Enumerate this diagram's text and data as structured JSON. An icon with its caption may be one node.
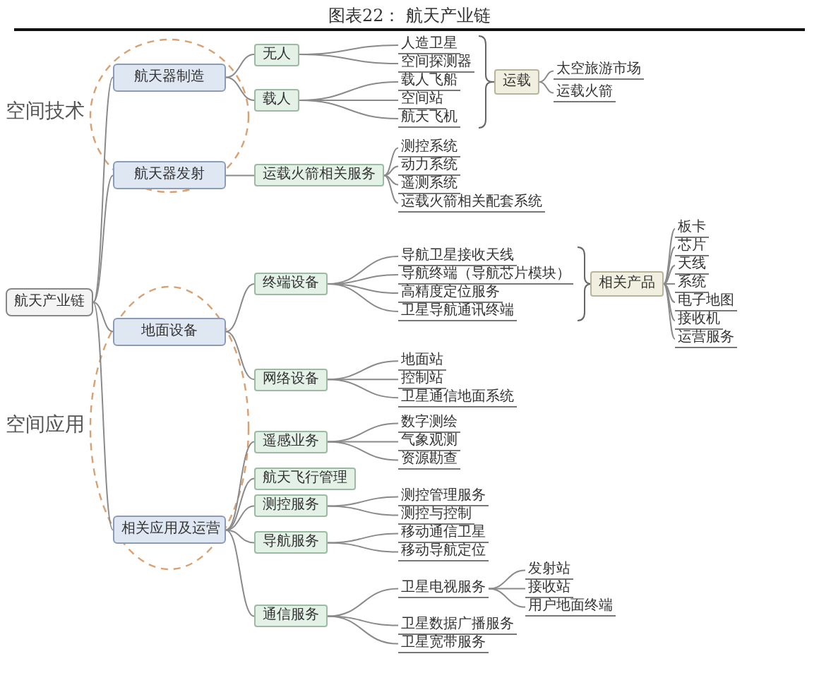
{
  "diagram": {
    "title": "图表22： 航天产业链",
    "nodes": [
      {
        "text": [
          "航天产业链"
        ]
      },
      {
        "text": [
          "航天器制造"
        ]
      },
      {
        "text": [
          "无人"
        ]
      },
      {
        "text": [
          "人造卫星"
        ]
      },
      {
        "text": [
          "空间探测器"
        ]
      },
      {
        "text": [
          "载人"
        ]
      },
      {
        "text": [
          "载人飞船"
        ]
      },
      {
        "text": [
          "空间站"
        ]
      },
      {
        "text": [
          "航天飞机"
        ]
      },
      {
        "text": [
          "运载"
        ]
      },
      {
        "text": [
          "太空旅游市场"
        ]
      },
      {
        "text": [
          "运载火箭"
        ]
      },
      {
        "text": [
          "航天器发射"
        ]
      },
      {
        "text": [
          "运载火箭相关服务"
        ]
      },
      {
        "text": [
          "测控系统"
        ]
      },
      {
        "text": [
          "动力系统"
        ]
      },
      {
        "text": [
          "遥测系统"
        ]
      },
      {
        "text": [
          "运载火箭相关配套系统"
        ]
      },
      {
        "text": [
          "地面设备"
        ]
      },
      {
        "text": [
          "终端设备"
        ]
      },
      {
        "text": [
          "导航卫星接收天线"
        ]
      },
      {
        "text": [
          "导航终端（导航芯片模块）"
        ]
      },
      {
        "text": [
          "高精度定位服务"
        ]
      },
      {
        "text": [
          "卫星导航通讯终端"
        ]
      },
      {
        "text": [
          "相关产品"
        ]
      },
      {
        "text": [
          "板卡"
        ]
      },
      {
        "text": [
          "芯片"
        ]
      },
      {
        "text": [
          "天线"
        ]
      },
      {
        "text": [
          "系统"
        ]
      },
      {
        "text": [
          "电子地图"
        ]
      },
      {
        "text": [
          "接收机"
        ]
      },
      {
        "text": [
          "运营服务"
        ]
      },
      {
        "text": [
          "网络设备"
        ]
      },
      {
        "text": [
          "地面站"
        ]
      },
      {
        "text": [
          "控制站"
        ]
      },
      {
        "text": [
          "卫星通信地面系统"
        ]
      },
      {
        "text": [
          "相关应用及运营"
        ]
      },
      {
        "text": [
          "遥感业务"
        ]
      },
      {
        "text": [
          "数字测绘"
        ]
      },
      {
        "text": [
          "气象观测"
        ]
      },
      {
        "text": [
          "资源勘查"
        ]
      },
      {
        "text": [
          "航天飞行管理"
        ]
      },
      {
        "text": [
          "测控服务"
        ]
      },
      {
        "text": [
          "测控管理服务"
        ]
      },
      {
        "text": [
          "测控与控制"
        ]
      },
      {
        "text": [
          "导航服务"
        ]
      },
      {
        "text": [
          "移动通信卫星"
        ]
      },
      {
        "text": [
          "移动导航定位"
        ]
      },
      {
        "text": [
          "通信服务"
        ]
      },
      {
        "text": [
          "卫星电视服务"
        ]
      },
      {
        "text": [
          "发射站"
        ]
      },
      {
        "text": [
          "接收站"
        ]
      },
      {
        "text": [
          "用户地面终端"
        ]
      },
      {
        "text": [
          "卫星数据广播服务"
        ]
      },
      {
        "text": [
          "卫星宽带服务"
        ]
      }
    ],
    "edges": [
      {
        "from": 0,
        "to": 1,
        "arrow": "none"
      },
      {
        "from": 0,
        "to": 12,
        "arrow": "none"
      },
      {
        "from": 0,
        "to": 18,
        "arrow": "none"
      },
      {
        "from": 0,
        "to": 36,
        "arrow": "none"
      },
      {
        "from": 1,
        "to": 2,
        "arrow": "none"
      },
      {
        "from": 1,
        "to": 5,
        "arrow": "none"
      },
      {
        "from": 2,
        "to": 3,
        "arrow": "none"
      },
      {
        "from": 2,
        "to": 4,
        "arrow": "none"
      },
      {
        "from": 5,
        "to": 6,
        "arrow": "none"
      },
      {
        "from": 5,
        "to": 7,
        "arrow": "none"
      },
      {
        "from": 5,
        "to": 8,
        "arrow": "none"
      },
      {
        "from": 9,
        "to": 10,
        "arrow": "none"
      },
      {
        "from": 9,
        "to": 11,
        "arrow": "none"
      },
      {
        "from": 12,
        "to": 13,
        "arrow": "none"
      },
      {
        "from": 13,
        "to": 14,
        "arrow": "none"
      },
      {
        "from": 13,
        "to": 15,
        "arrow": "none"
      },
      {
        "from": 13,
        "to": 16,
        "arrow": "none"
      },
      {
        "from": 13,
        "to": 17,
        "arrow": "none"
      },
      {
        "from": 18,
        "to": 19,
        "arrow": "none"
      },
      {
        "from": 18,
        "to": 32,
        "arrow": "none"
      },
      {
        "from": 19,
        "to": 20,
        "arrow": "none"
      },
      {
        "from": 19,
        "to": 21,
        "arrow": "none"
      },
      {
        "from": 19,
        "to": 22,
        "arrow": "none"
      },
      {
        "from": 19,
        "to": 23,
        "arrow": "none"
      },
      {
        "from": 24,
        "to": 25,
        "arrow": "none"
      },
      {
        "from": 24,
        "to": 26,
        "arrow": "none"
      },
      {
        "from": 24,
        "to": 27,
        "arrow": "none"
      },
      {
        "from": 24,
        "to": 28,
        "arrow": "none"
      },
      {
        "from": 24,
        "to": 29,
        "arrow": "none"
      },
      {
        "from": 24,
        "to": 30,
        "arrow": "none"
      },
      {
        "from": 24,
        "to": 31,
        "arrow": "none"
      },
      {
        "from": 32,
        "to": 33,
        "arrow": "none"
      },
      {
        "from": 32,
        "to": 34,
        "arrow": "none"
      },
      {
        "from": 32,
        "to": 35,
        "arrow": "none"
      },
      {
        "from": 36,
        "to": 37,
        "arrow": "none"
      },
      {
        "from": 36,
        "to": 41,
        "arrow": "none"
      },
      {
        "from": 36,
        "to": 42,
        "arrow": "none"
      },
      {
        "from": 36,
        "to": 45,
        "arrow": "none"
      },
      {
        "from": 36,
        "to": 48,
        "arrow": "none"
      },
      {
        "from": 37,
        "to": 38,
        "arrow": "none"
      },
      {
        "from": 37,
        "to": 39,
        "arrow": "none"
      },
      {
        "from": 37,
        "to": 40,
        "arrow": "none"
      },
      {
        "from": 42,
        "to": 43,
        "arrow": "none"
      },
      {
        "from": 42,
        "to": 44,
        "arrow": "none"
      },
      {
        "from": 45,
        "to": 46,
        "arrow": "none"
      },
      {
        "from": 45,
        "to": 47,
        "arrow": "none"
      },
      {
        "from": 48,
        "to": 49,
        "arrow": "none"
      },
      {
        "from": 48,
        "to": 53,
        "arrow": "none"
      },
      {
        "from": 48,
        "to": 54,
        "arrow": "none"
      },
      {
        "from": 49,
        "to": 50,
        "arrow": "none"
      },
      {
        "from": 49,
        "to": 51,
        "arrow": "none"
      },
      {
        "from": 49,
        "to": 52,
        "arrow": "none"
      }
    ],
    "labels": [
      "空间技术",
      "空间应用"
    ]
  }
}
